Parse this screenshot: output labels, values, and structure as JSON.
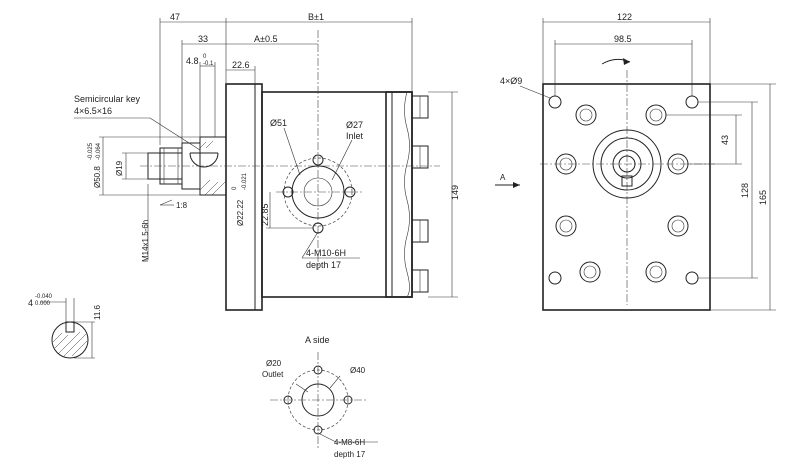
{
  "dimensions": {
    "d47": "47",
    "d33": "33",
    "d4_8": "4.8",
    "d4_8_tol": "0",
    "d4_8_tol2": "-0.1",
    "d22_6": "22.6",
    "dA05": "A±0.5",
    "dB": "B±1",
    "d122": "122",
    "d98_5": "98.5",
    "d4x9": "4×Ø9",
    "d43": "43",
    "d128": "128",
    "d165": "165",
    "d149": "149",
    "d51": "Ø51",
    "d27": "Ø27",
    "inlet": "Inlet",
    "d22_85": "22.85",
    "d22_22": "Ø22.22",
    "d22_22_tol": "0",
    "d22_22_tol2": "-0.021",
    "m10": "4-M10-6H",
    "m10depth": "depth 17",
    "d50_8": "Ø50.8",
    "d50_8_tol": "-0.025",
    "d50_8_tol2": "-0.064",
    "d19": "Ø19",
    "m14": "M14x1.5-6h",
    "taper": "1:8",
    "key": "Semicircular key",
    "keysize": "4×6.5×16",
    "d4key": "4",
    "d4key_tol": "-0.040",
    "d4key_tol2": "0.000",
    "d11_6": "11.6",
    "aSide": "A side",
    "d20": "Ø20",
    "outlet": "Outlet",
    "d40": "Ø40",
    "m8": "4-M8-6H",
    "m8depth": "depth 17",
    "arrowA": "A"
  }
}
